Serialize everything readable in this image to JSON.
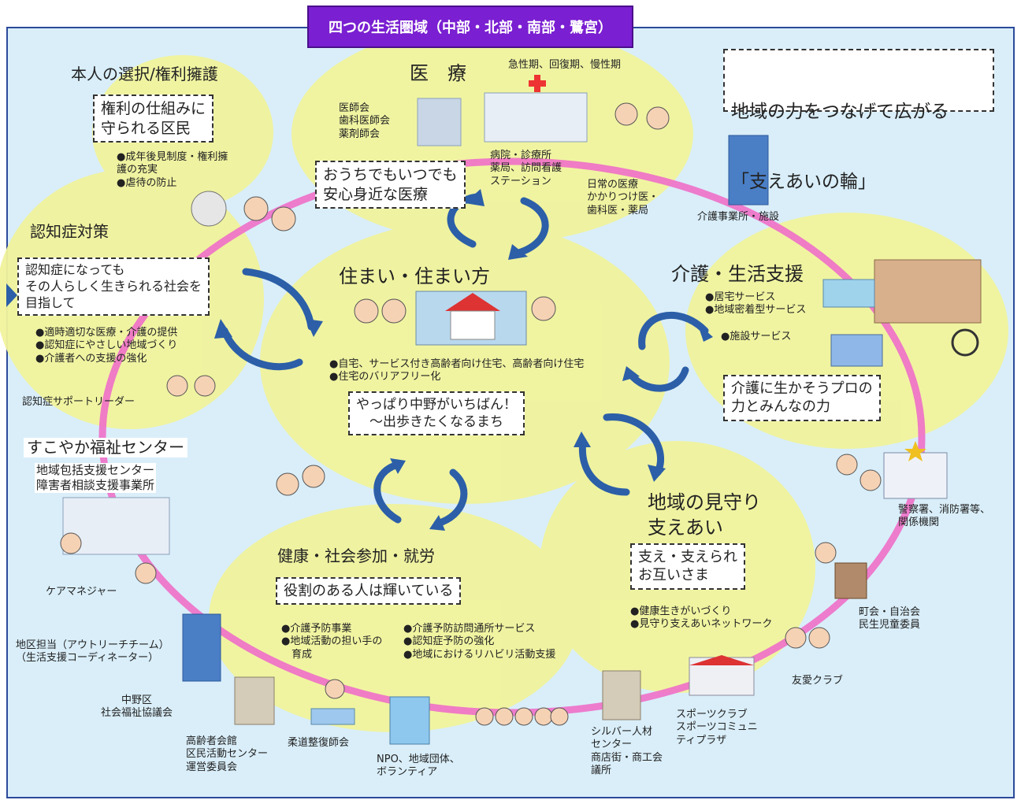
{
  "header": {
    "title": "四つの生活圏域（中部・北部・南部・鷺宮）"
  },
  "slogan": {
    "line1": "地域の力をつなげて広がる",
    "line2": "「支えあいの輪」"
  },
  "rights": {
    "title": "本人の選択/権利擁護",
    "box": "権利の仕組みに\n守られる区民",
    "bullets": "●成年後見制度・権利擁\n護の充実\n●虐待の防止"
  },
  "medical": {
    "title": "医　療",
    "periods": "急性期、回復期、慢性期",
    "associations": "医師会\n歯科医師会\n薬剤師会",
    "facilities": "病院・診療所\n薬局、訪問看護\nステーション",
    "daily": "日常の医療\nかかりつけ医・\n歯科医・薬局",
    "box": "おうちでもいつでも\n安心身近な医療"
  },
  "dementia": {
    "title": "認知症対策",
    "box": "認知症になっても\nその人らしく生きられる社会を\n目指して",
    "bullets": "●適時適切な医療・介護の提供\n●認知症にやさしい地域づくり\n●介護者への支援の強化",
    "supporter": "認知症サポートリーダー"
  },
  "housing": {
    "title": "住まい・住まい方",
    "bullets": "●自宅、サービス付き高齢者向け住宅、高齢者向け住宅\n●住宅のバリアフリー化",
    "box": "やっぱり中野がいちばん！\n　～出歩きたくなるまち"
  },
  "care": {
    "facility_label": "介護事業所・施設",
    "title": "介護・生活支援",
    "bullets": "●居宅サービス\n●地域密着型サービス",
    "bullet3": "●施設サービス",
    "box": "介護に生かそうプロの\n力とみんなの力"
  },
  "center": {
    "title": "すこやか福祉センター",
    "sub": "地域包括支援センター\n障害者相談支援事業所",
    "care_manager": "ケアマネジャー",
    "outreach": "地区担当（アウトリーチチーム）\n（生活支援コーディネーター）"
  },
  "health": {
    "title": "健康・社会参加・就労",
    "box": "役割のある人は輝いている",
    "bullets_left": "●介護予防事業\n●地域活動の担い手の\n　育成",
    "bullets_right": "●介護予防訪問通所サービス\n●認知症予防の強化\n●地域におけるリハビリ活動支援"
  },
  "watch": {
    "title": "地域の見守り\n支えあい",
    "box": "支え・支えられ\nお互いさま",
    "bullets": "●健康生きがいづくり\n●見守り支えあいネットワーク"
  },
  "ring_labels": {
    "police": "警察署、消防署等、\n関係機関",
    "town": "町会・自治会\n民生児童委員",
    "yuai": "友愛クラブ",
    "sports": "スポーツクラブ\nスポーツコミュニ\nティプラザ",
    "silver": "シルバー人材\nセンター\n商店街・商工会\n議所",
    "npo": "NPO、地域団体、\nボランティア",
    "judo": "柔道整復師会",
    "elderly_hall": "高齢者会館\n区民活動センター\n運営委員会",
    "social_welfare": "中野区\n社会福祉協議会"
  },
  "colors": {
    "frame": "#2c4a9a",
    "background": "#d9eef9",
    "circle": "#f1f39c",
    "ring": "#ee6fc8",
    "arrow": "#2c5fa8",
    "header": "#7a1fd1"
  }
}
